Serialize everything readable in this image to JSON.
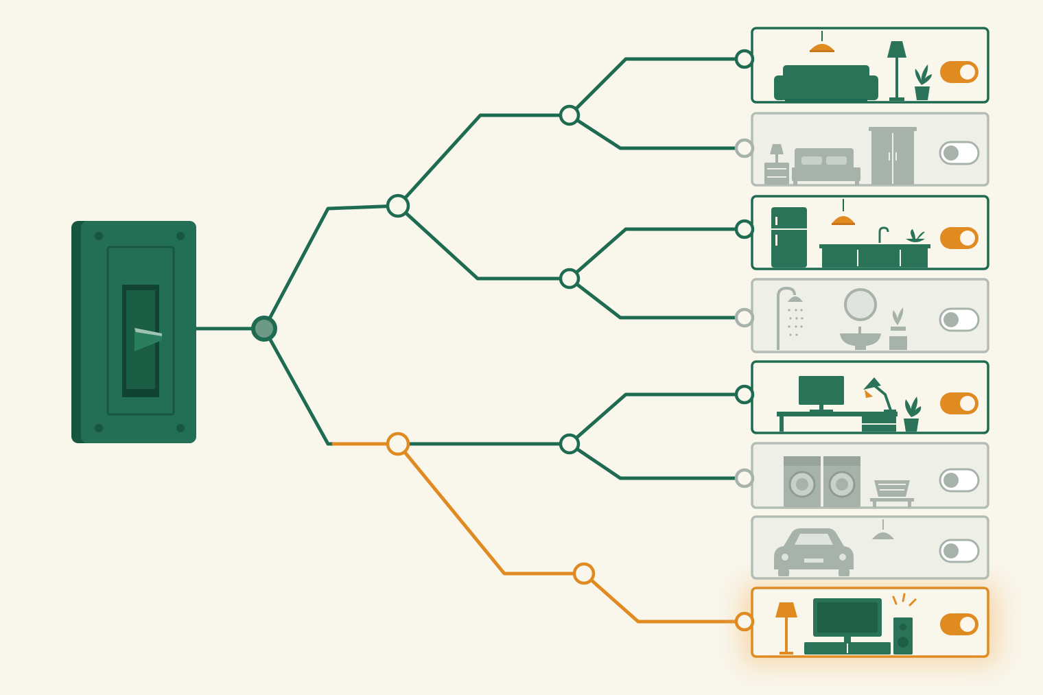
{
  "colors": {
    "background": "#f9f6ec",
    "active": "#1f6b52",
    "active_dark": "#17573f",
    "highlight": "#e08a22",
    "inactive": "#a7b3aa",
    "panel_fill": "#f9f6ec",
    "inactive_panel_fill": "#eef0e8"
  },
  "switch": {
    "icon": "master-breaker-switch-icon",
    "state": "on"
  },
  "rooms": [
    {
      "id": "living-room",
      "icon": "sofa-icon",
      "powered": true,
      "toggle": "on",
      "highlighted": false
    },
    {
      "id": "bedroom",
      "icon": "bed-icon",
      "powered": false,
      "toggle": "off",
      "highlighted": false
    },
    {
      "id": "kitchen",
      "icon": "kitchen-icon",
      "powered": true,
      "toggle": "on",
      "highlighted": false
    },
    {
      "id": "bathroom",
      "icon": "shower-icon",
      "powered": false,
      "toggle": "off",
      "highlighted": false
    },
    {
      "id": "office",
      "icon": "desk-monitor-icon",
      "powered": true,
      "toggle": "on",
      "highlighted": false
    },
    {
      "id": "laundry",
      "icon": "washing-machine-icon",
      "powered": false,
      "toggle": "off",
      "highlighted": false
    },
    {
      "id": "garage",
      "icon": "car-icon",
      "powered": false,
      "toggle": "off",
      "highlighted": false
    },
    {
      "id": "media-room",
      "icon": "tv-icon",
      "powered": true,
      "toggle": "on",
      "highlighted": true
    }
  ]
}
